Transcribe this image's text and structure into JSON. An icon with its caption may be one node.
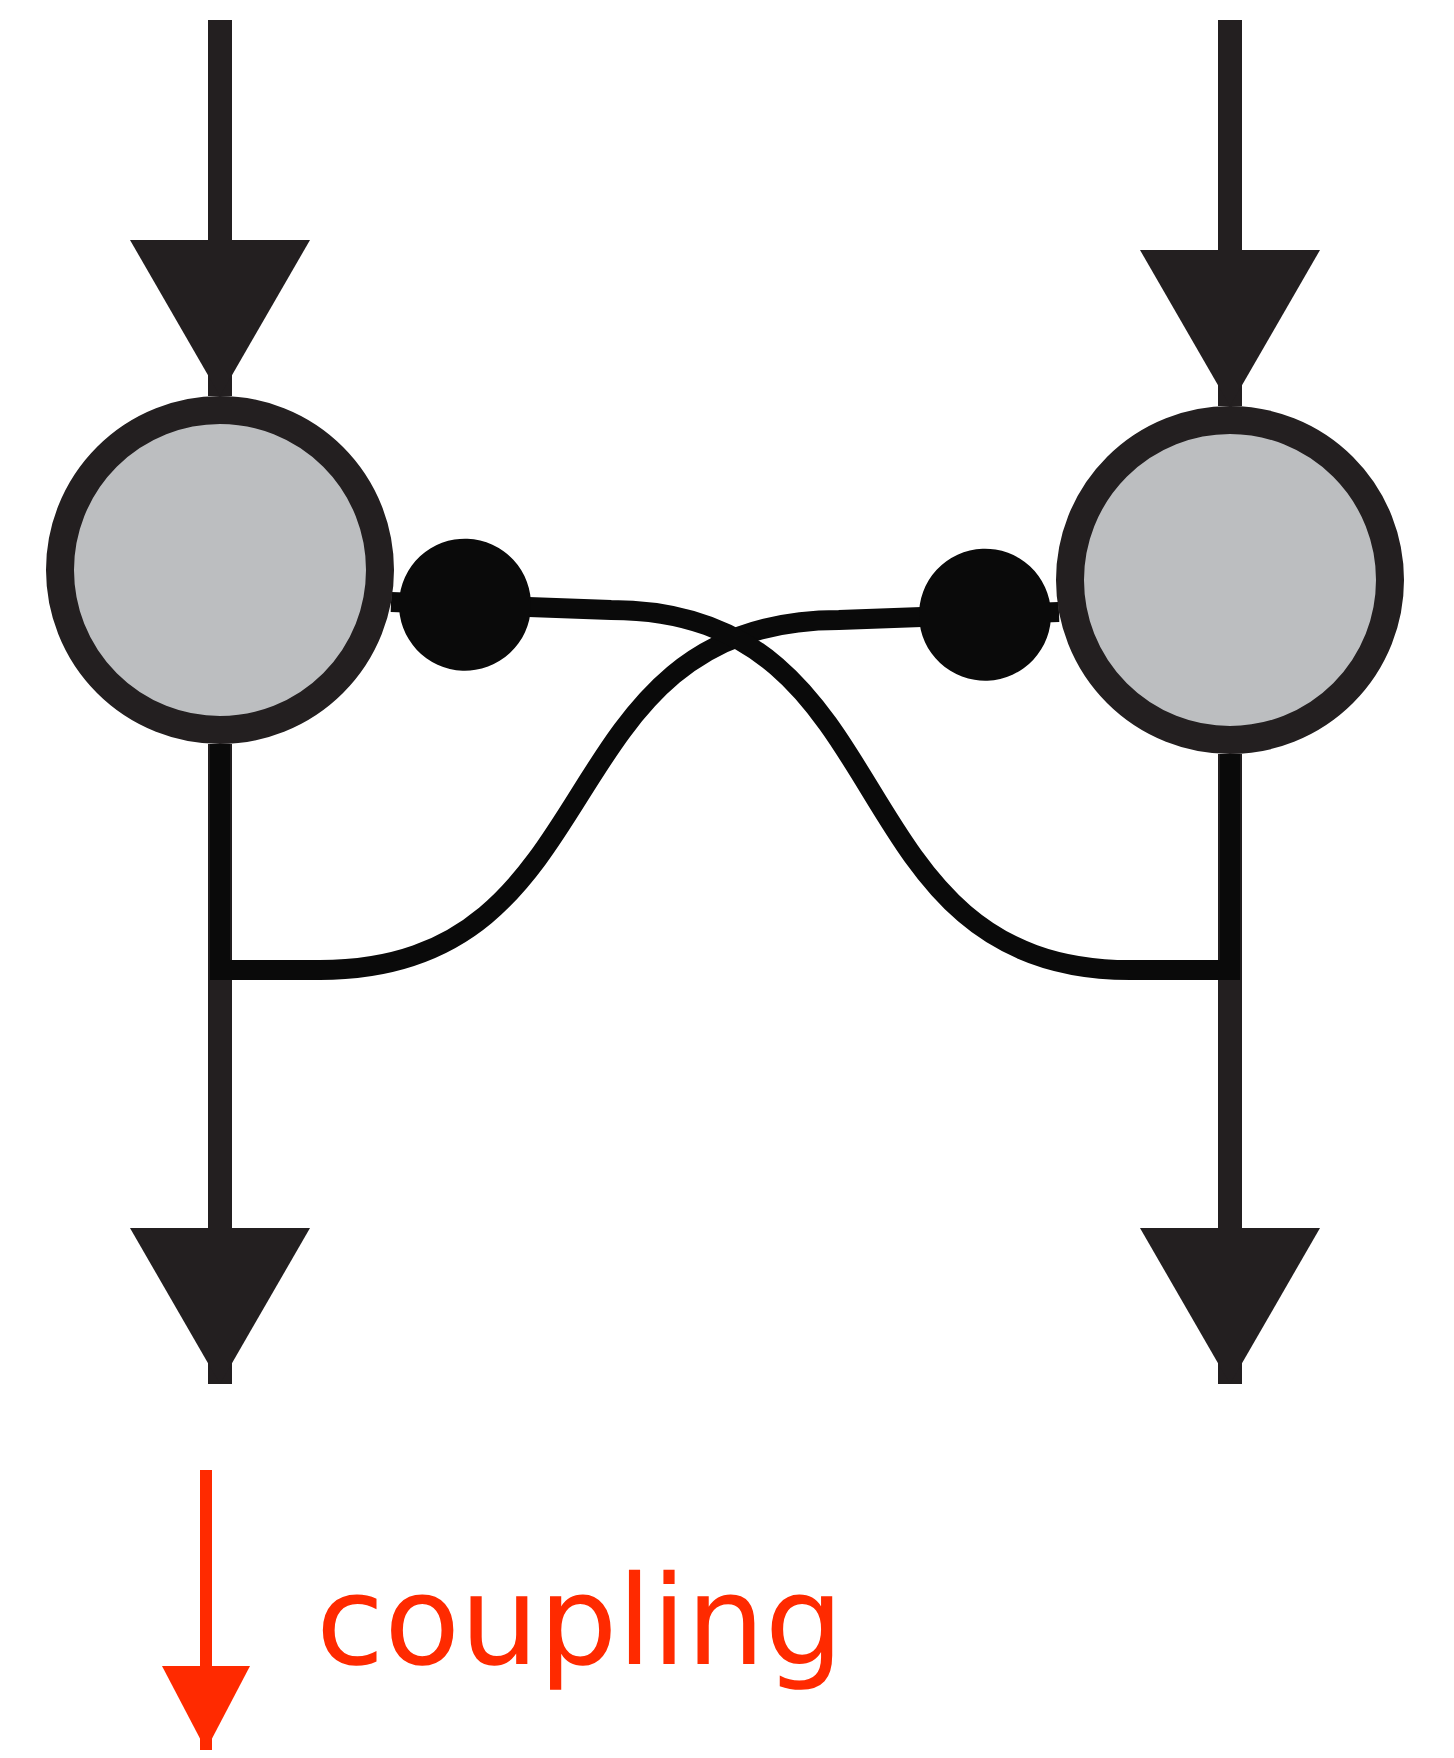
{
  "diagram": {
    "nodes": [
      {
        "text": [],
        "shape": "circle"
      },
      {
        "text": [],
        "shape": "circle"
      }
    ],
    "edges": [
      {
        "from": null,
        "to": 0,
        "arrow": "to"
      },
      {
        "from": null,
        "to": 1,
        "arrow": "to"
      },
      {
        "from": 0,
        "to": null,
        "arrow": "to"
      },
      {
        "from": 1,
        "to": null,
        "arrow": "to"
      },
      {
        "from": 0,
        "to": 1,
        "arrow": "other"
      },
      {
        "from": 1,
        "to": 0,
        "arrow": "other"
      }
    ],
    "legend": [
      {
        "text": "coupling"
      }
    ]
  }
}
